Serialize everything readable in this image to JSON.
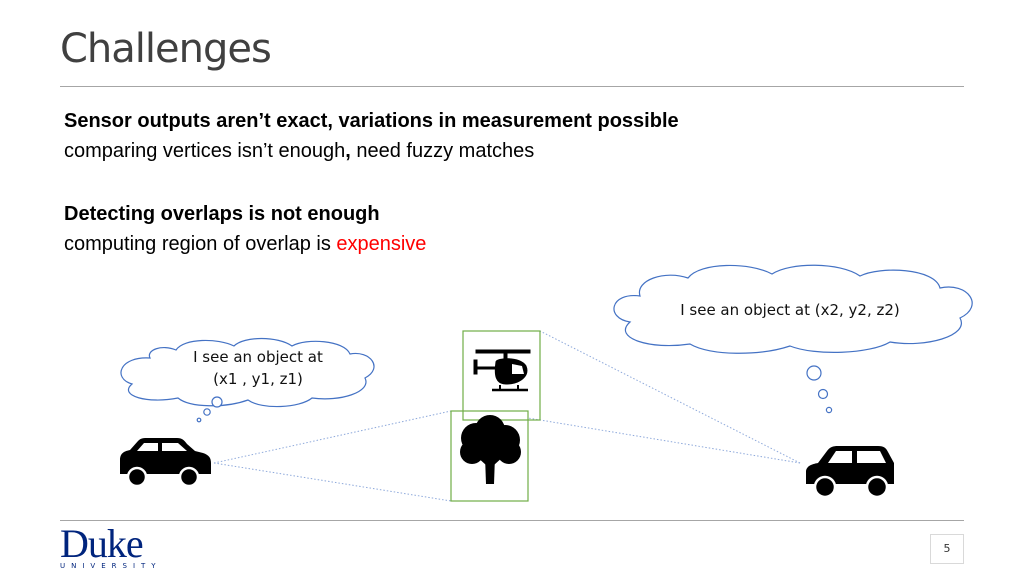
{
  "slide": {
    "title": "Challenges",
    "block1": {
      "heading": "Sensor outputs aren’t exact, variations in measurement possible",
      "line_part1": "comparing vertices isn’t enough",
      "line_comma": ",",
      "line_part2": " need fuzzy matches"
    },
    "block2": {
      "heading": "Detecting overlaps is not enough",
      "line_part1": "computing region of overlap is ",
      "line_highlight": "expensive"
    },
    "left_thought": {
      "line1": "I see an object at",
      "line2": "(x1 , y1, z1)"
    },
    "right_thought": {
      "text": "I see an object at (x2, y2, z2)"
    },
    "icons": [
      "car-icon",
      "helicopter-icon",
      "tree-icon",
      "car-icon"
    ],
    "logo": {
      "main": "Duke",
      "sub": "UNIVERSITY"
    },
    "page_number": "5",
    "colors": {
      "highlight": "#ff0000",
      "box": "#70ad47",
      "logo": "#00247d"
    }
  }
}
